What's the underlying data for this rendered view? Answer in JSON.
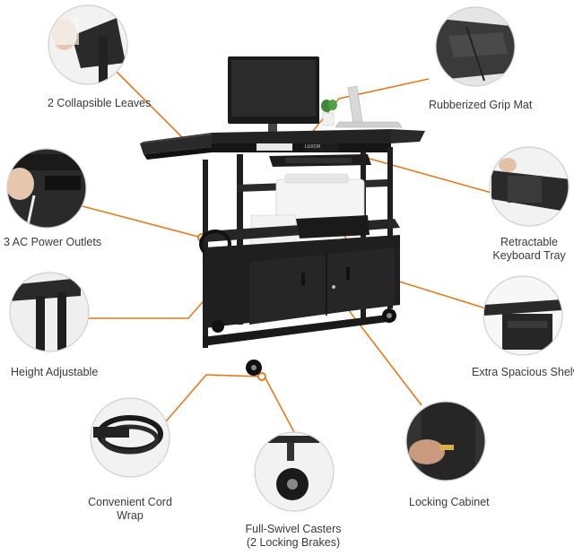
{
  "features": {
    "collapsible_leaves": "2 Collapsible Leaves",
    "grip_mat": "Rubberized Grip Mat",
    "power_outlets": "3 AC Power Outlets",
    "keyboard_tray_line1": "Retractable",
    "keyboard_tray_line2": "Keyboard Tray",
    "height_adjustable": "Height Adjustable",
    "shelves": "Extra Spacious Shelves",
    "cord_wrap_line1": "Convenient Cord",
    "cord_wrap_line2": "Wrap",
    "locking_cabinet": "Locking Cabinet",
    "casters_line1": "Full-Swivel Casters",
    "casters_line2": "(2 Locking Brakes)"
  },
  "brand_tag": "LUXOR",
  "colors": {
    "accent": "#e07a1f",
    "cart": "#1f1f1f",
    "circle_border": "#cfcfcf",
    "text": "#3a3a3a"
  }
}
